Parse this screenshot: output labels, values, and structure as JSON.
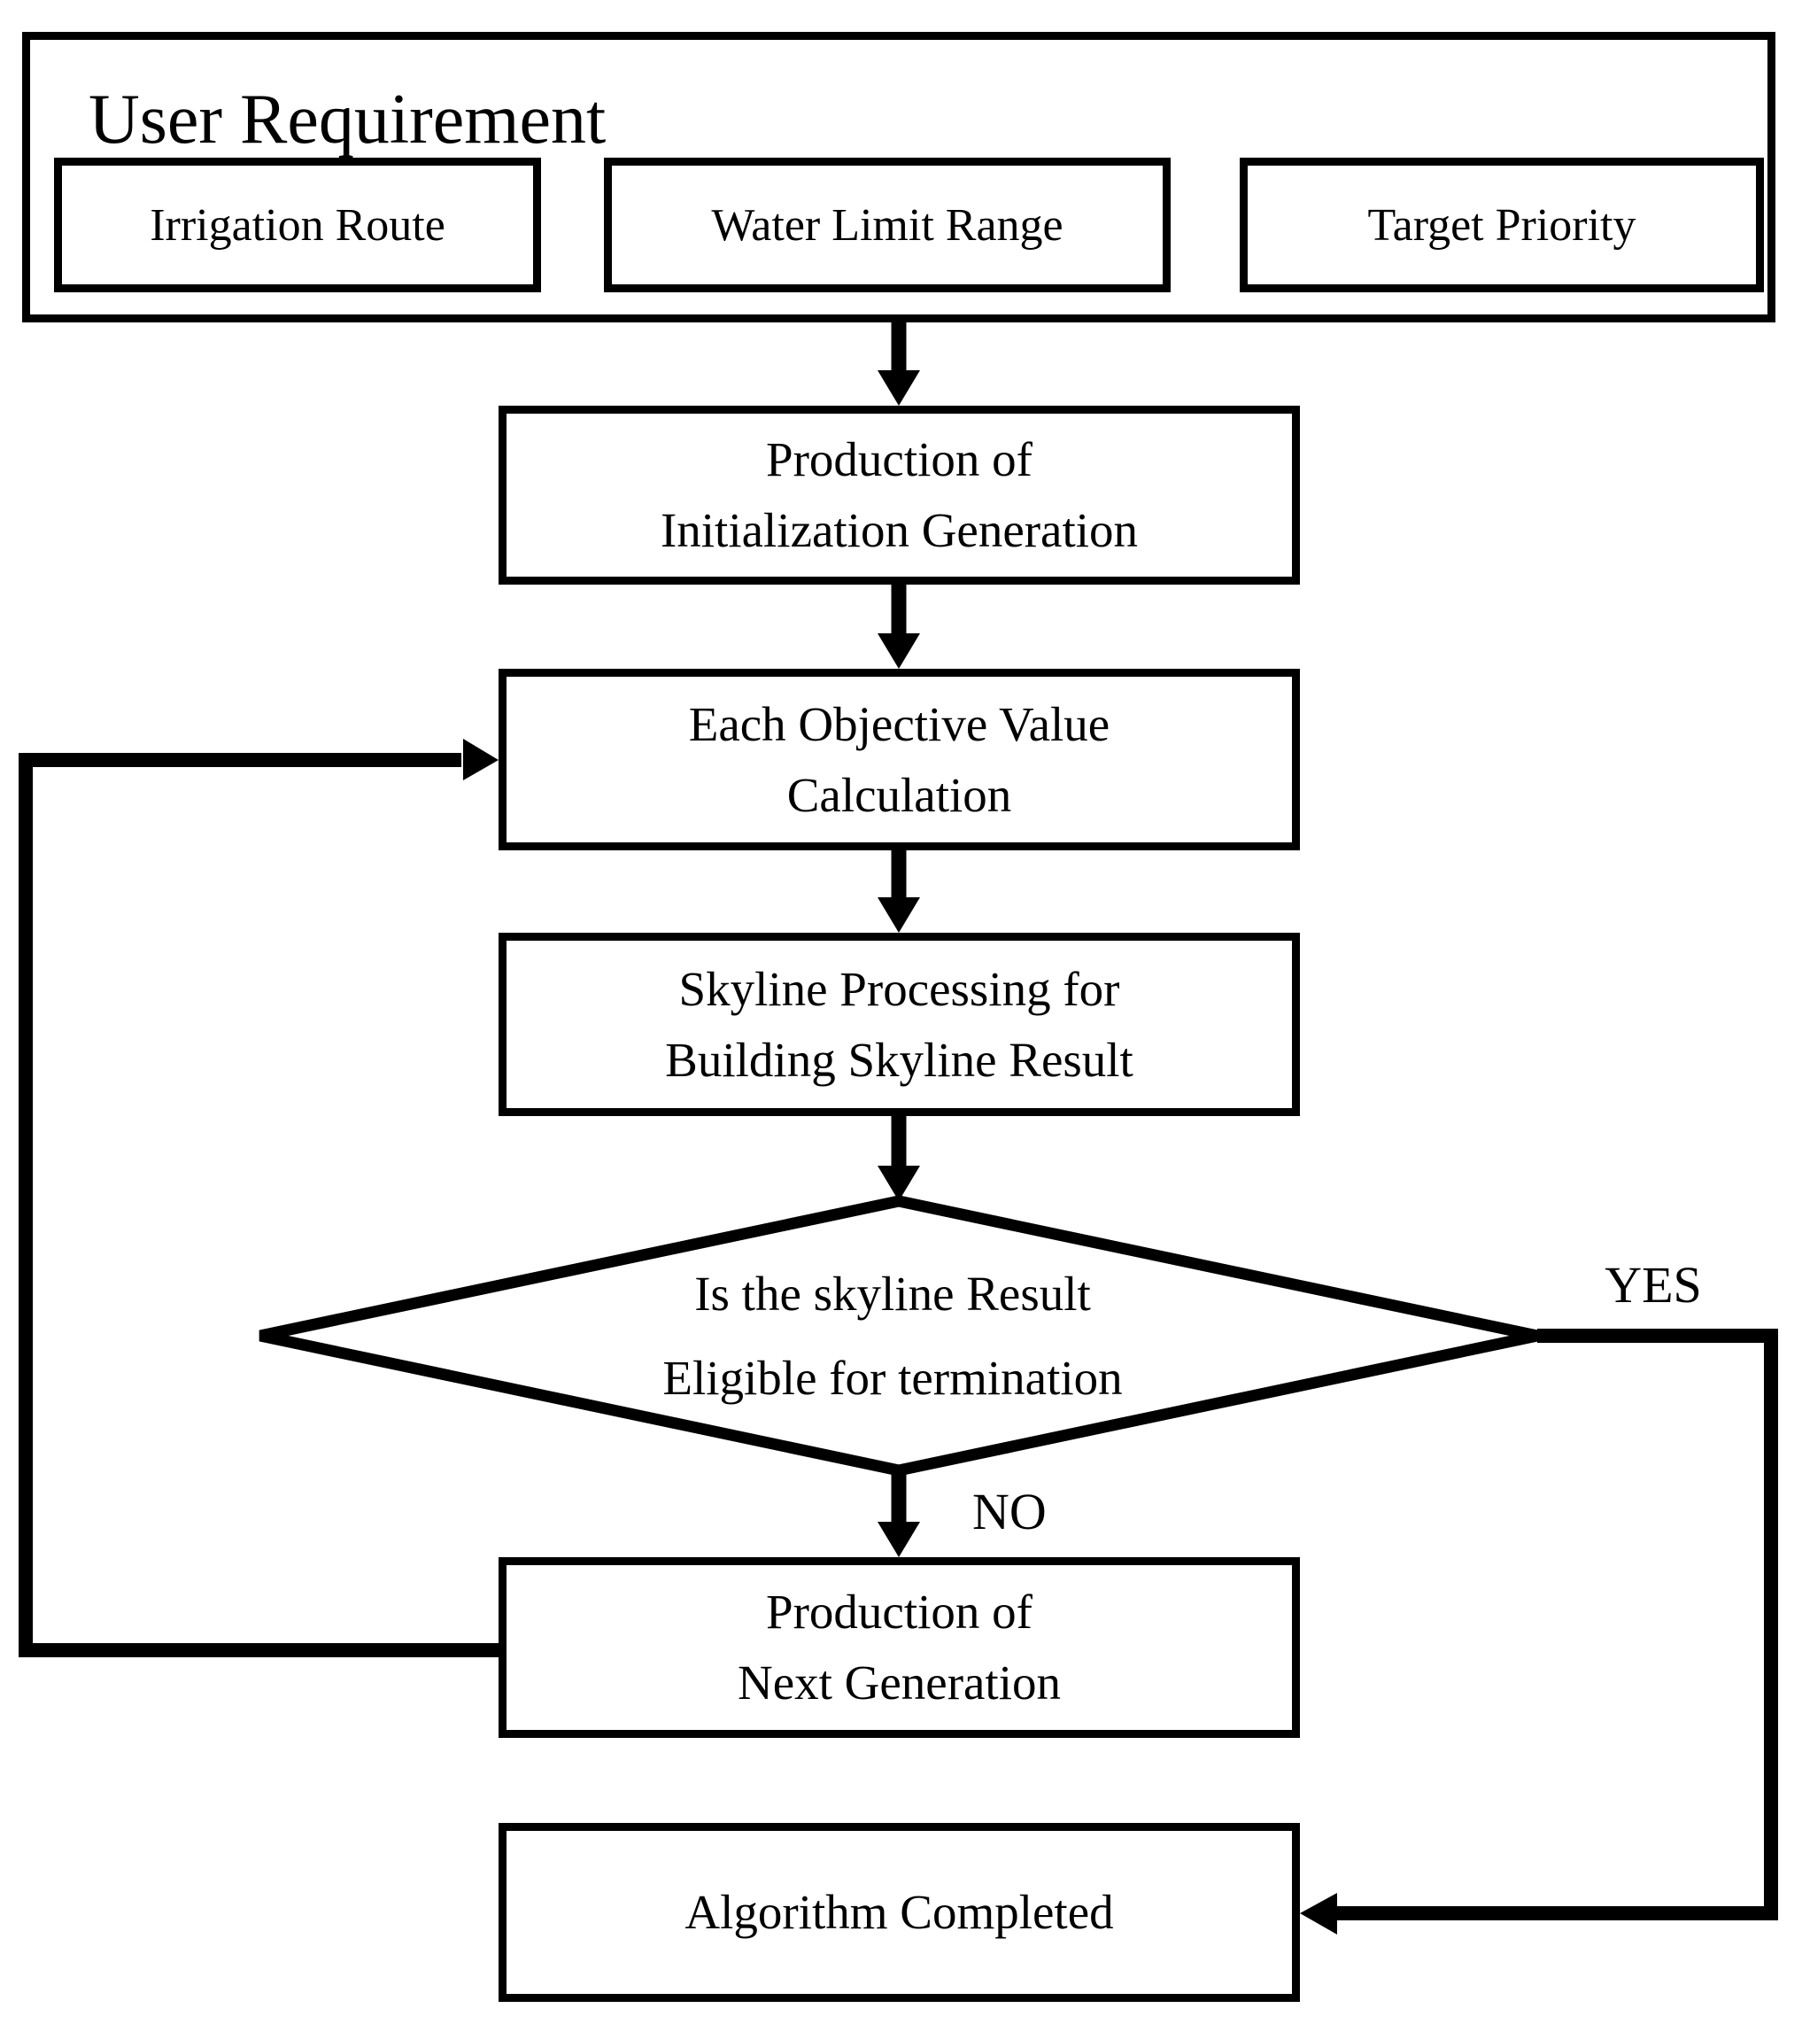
{
  "diagram": {
    "background": "#ffffff",
    "ink": "#000000"
  },
  "user_requirement": {
    "title": "User Requirement",
    "inputs": [
      {
        "label": "Irrigation Route"
      },
      {
        "label": "Water Limit Range"
      },
      {
        "label": "Target Priority"
      }
    ]
  },
  "nodes": {
    "init_generation": {
      "line1": "Production of",
      "line2": "Initialization Generation"
    },
    "objective_calculation": {
      "line1": "Each Objective Value",
      "line2": "Calculation"
    },
    "skyline_processing": {
      "line1": "Skyline Processing for",
      "line2": "Building Skyline Result"
    },
    "termination_decision": {
      "line1": "Is the skyline Result",
      "line2": "Eligible for termination"
    },
    "next_generation": {
      "line1": "Production of",
      "line2": "Next Generation"
    },
    "algorithm_completed": {
      "label": "Algorithm Completed"
    }
  },
  "branch_labels": {
    "yes": "YES",
    "no": "NO"
  }
}
